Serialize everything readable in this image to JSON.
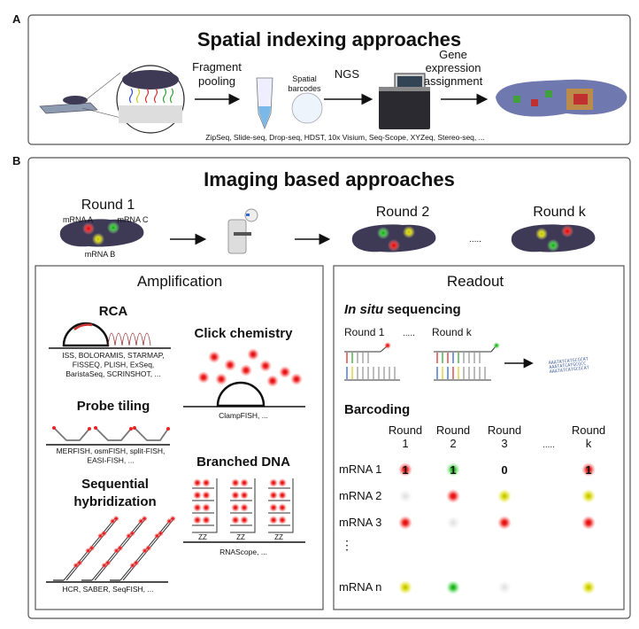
{
  "panel_a": {
    "label": "A",
    "title": "Spatial indexing approaches",
    "step1": [
      "Fragment",
      "pooling"
    ],
    "barcodes": [
      "Spatial",
      "barcodes"
    ],
    "step2": "NGS",
    "step3": [
      "Gene",
      "expression",
      "assignment"
    ],
    "methods": "ZipSeq, Slide-seq, Drop-seq, HDST, 10x Visium, Seq-Scope, XYZeq, Stereo-seq, ..."
  },
  "panel_b": {
    "label": "B",
    "title": "Imaging based approaches",
    "round1": "Round 1",
    "round2": "Round 2",
    "roundk": "Round k",
    "ellipsis": ".....",
    "mrna_a": "mRNA A",
    "mrna_b": "mRNA B",
    "mrna_c": "mRNA C",
    "amplification": {
      "title": "Amplification",
      "rca": {
        "title": "RCA",
        "methods": [
          "ISS, BOLORAMIS, STARMAP,",
          "FISSEQ, PLISH, ExSeq,",
          "BaristaSeq, SCRINSHOT, ..."
        ]
      },
      "click": {
        "title": "Click chemistry",
        "methods": "ClampFISH, ..."
      },
      "probe": {
        "title": "Probe tiling",
        "methods": [
          "MERFISH, osmFISH, split-FISH,",
          "EASI-FISH,  ..."
        ]
      },
      "bdna": {
        "title": "Branched DNA",
        "zz": "ZZ",
        "methods": "RNAScope, ..."
      },
      "seq": {
        "title": [
          "Sequential",
          "hybridization"
        ],
        "methods": "HCR, SABER, SeqFISH, ..."
      }
    },
    "readout": {
      "title": "Readout",
      "insitu_italic": "In situ",
      "insitu_rest": " sequencing",
      "round1": "Round 1",
      "ellipsis": ".....",
      "roundk": "Round k",
      "barcoding": "Barcoding",
      "col_headers": [
        [
          "Round",
          "1"
        ],
        [
          "Round",
          "2"
        ],
        [
          "Round",
          "3"
        ],
        [
          "Round",
          "k"
        ]
      ],
      "row_labels": [
        "mRNA 1",
        "mRNA 2",
        "mRNA 3",
        "mRNA n"
      ],
      "row_ellipsis": "⋮",
      "cells": [
        [
          {
            "c": "red",
            "v": "1"
          },
          {
            "c": "green",
            "v": "1"
          },
          {
            "c": "none",
            "v": "0"
          },
          {
            "c": "red",
            "v": "1"
          }
        ],
        [
          {
            "c": "grey"
          },
          {
            "c": "red"
          },
          {
            "c": "yellow"
          },
          {
            "c": "yellow"
          }
        ],
        [
          {
            "c": "red"
          },
          {
            "c": "grey"
          },
          {
            "c": "red"
          },
          {
            "c": "red"
          }
        ],
        [
          {
            "c": "yellow"
          },
          {
            "c": "green"
          },
          {
            "c": "grey"
          },
          {
            "c": "yellow"
          }
        ]
      ]
    }
  },
  "colors": {
    "red": "#e02020",
    "green": "#30b030",
    "yellow": "#d8d820",
    "grey": "#d8d8d8",
    "tissue": "#3e3a55"
  }
}
